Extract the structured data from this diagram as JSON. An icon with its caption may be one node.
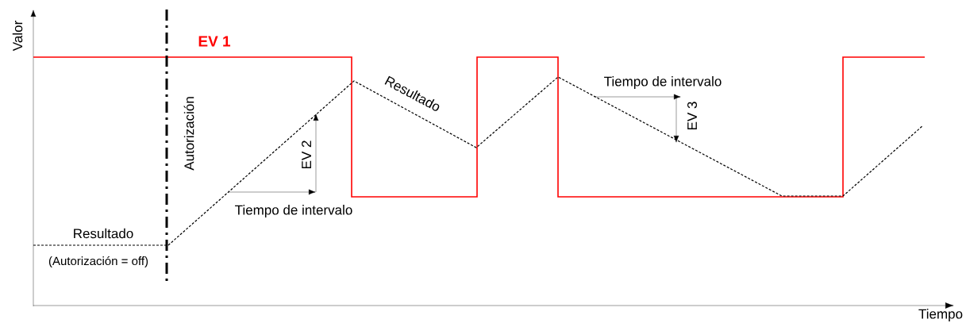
{
  "diagram": {
    "labels": [
      "Valor",
      "EV 1",
      "Autorización",
      "Resultado",
      "EV 2",
      "Tiempo de intervalo",
      "Tiempo de intervalo",
      "EV 3",
      "Resultado",
      "(Autorización = off)",
      "Tiempo"
    ]
  }
}
